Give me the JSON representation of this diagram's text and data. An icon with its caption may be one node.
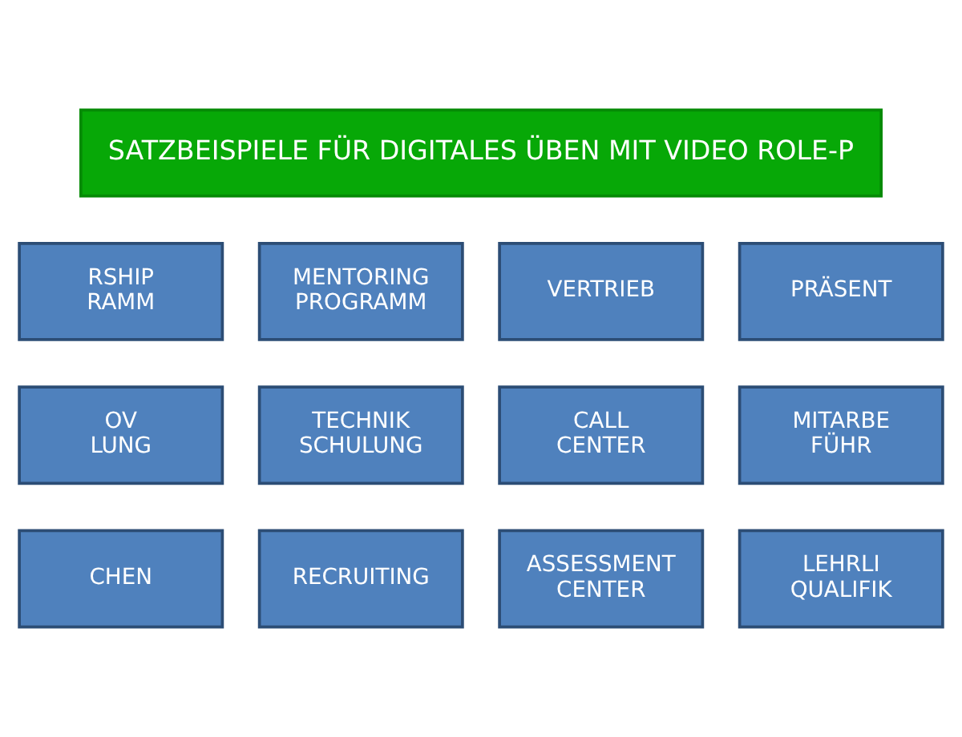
{
  "diagram": {
    "nodes": [
      {
        "text": [
          "SATZBEISPIELE FÜR DIGITALES ÜBEN MIT VIDEO ROLE-P"
        ]
      },
      {
        "text": [
          "RSHIP RAMM"
        ]
      },
      {
        "text": [
          "MENTORING PROGRAMM"
        ]
      },
      {
        "text": [
          "VERTRIEB"
        ]
      },
      {
        "text": [
          "PRÄSENT"
        ]
      },
      {
        "text": [
          "OV LUNG"
        ]
      },
      {
        "text": [
          "TECHNIK SCHULUNG"
        ]
      },
      {
        "text": [
          "CALL CENTER"
        ]
      },
      {
        "text": [
          "MITARBE FÜHR"
        ]
      },
      {
        "text": [
          "CHEN"
        ]
      },
      {
        "text": [
          "RECRUITING"
        ]
      },
      {
        "text": [
          "ASSESSMENT CENTER"
        ]
      },
      {
        "text": [
          "LEHRLI QUALIFIK"
        ]
      }
    ],
    "edges": []
  }
}
